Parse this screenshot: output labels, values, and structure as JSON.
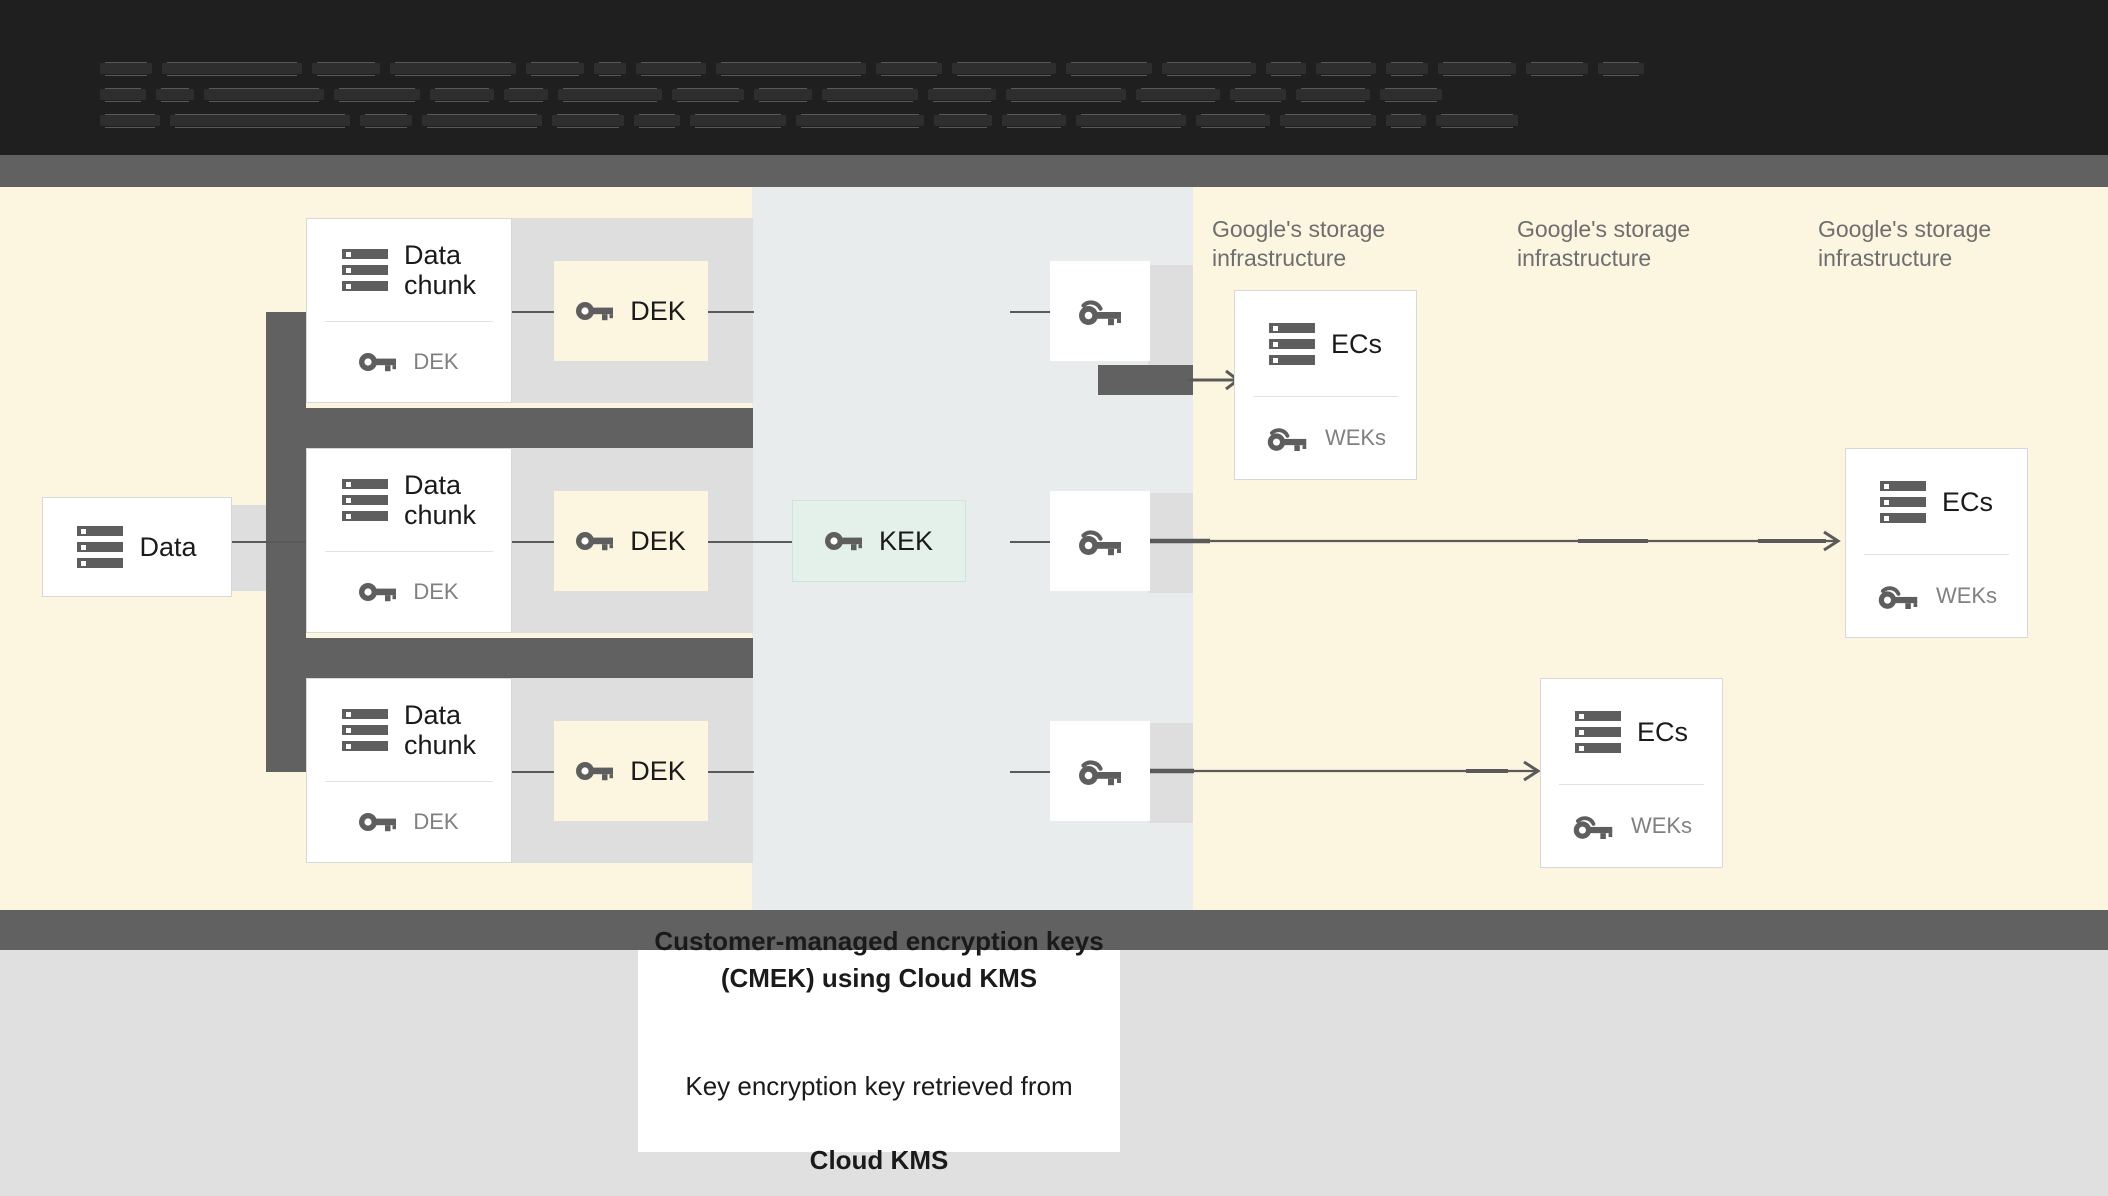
{
  "page": {
    "title": "Customer-managed encryption keys (CMEK) using Cloud KMS data flow diagram"
  },
  "colors": {
    "cream": "#fcf5e0",
    "kek_column": "#e8ecec",
    "band_grey": "#616161",
    "lane_grey": "#dedede",
    "mint": "#e3f1ea",
    "text_dark": "#1a1a1a",
    "text_muted": "#6e6e6e",
    "page_bottom": "#e0e0e0",
    "top_bar": "#1f1f1f"
  },
  "top_banner": {
    "note": "obscured / unreadable dark text rows",
    "rows": [
      {
        "widths": [
          52,
          140,
          68,
          126,
          58,
          32,
          70,
          150,
          66,
          104,
          86,
          94,
          40,
          60,
          42,
          78,
          62,
          46
        ]
      },
      {
        "widths": [
          46,
          38,
          120,
          86,
          64,
          44,
          104,
          72,
          58,
          96,
          68,
          120,
          84,
          56,
          74,
          62
        ]
      },
      {
        "widths": [
          60,
          180,
          52,
          120,
          72,
          46,
          96,
          128,
          58,
          64,
          110,
          74,
          96,
          40,
          82
        ]
      }
    ]
  },
  "source": {
    "label": "Data",
    "icon": "server-icon"
  },
  "chunks": [
    {
      "title": "Data\nchunk",
      "key_label": "DEK",
      "icon": "server-icon",
      "key_icon": "key-icon"
    },
    {
      "title": "Data\nchunk",
      "key_label": "DEK",
      "icon": "server-icon",
      "key_icon": "key-icon"
    },
    {
      "title": "Data\nchunk",
      "key_label": "DEK",
      "icon": "server-icon",
      "key_icon": "key-icon"
    }
  ],
  "deks": [
    {
      "label": "DEK",
      "icon": "key-icon"
    },
    {
      "label": "DEK",
      "icon": "key-icon"
    },
    {
      "label": "DEK",
      "icon": "key-icon"
    }
  ],
  "kek": {
    "label": "KEK",
    "icon": "key-icon"
  },
  "wrapped_keys": [
    {
      "icon": "wrapped-key-icon"
    },
    {
      "icon": "wrapped-key-icon"
    },
    {
      "icon": "wrapped-key-icon"
    }
  ],
  "infra_labels": [
    {
      "text": "Google's storage\ninfrastructure"
    },
    {
      "text": "Google's storage\ninfrastructure"
    },
    {
      "text": "Google's storage\ninfrastructure"
    }
  ],
  "ec_cards": [
    {
      "title": "ECs",
      "key_label": "WEKs",
      "icon": "server-icon",
      "key_icon": "wrapped-key-icon"
    },
    {
      "title": "ECs",
      "key_label": "WEKs",
      "icon": "server-icon",
      "key_icon": "wrapped-key-icon"
    },
    {
      "title": "ECs",
      "key_label": "WEKs",
      "icon": "server-icon",
      "key_icon": "wrapped-key-icon"
    }
  ],
  "caption": {
    "strong": "Customer-managed encryption keys\n(CMEK) using Cloud KMS",
    "normal_line1": "Key encryption key retrieved from",
    "normal_line2": "Cloud KMS"
  }
}
